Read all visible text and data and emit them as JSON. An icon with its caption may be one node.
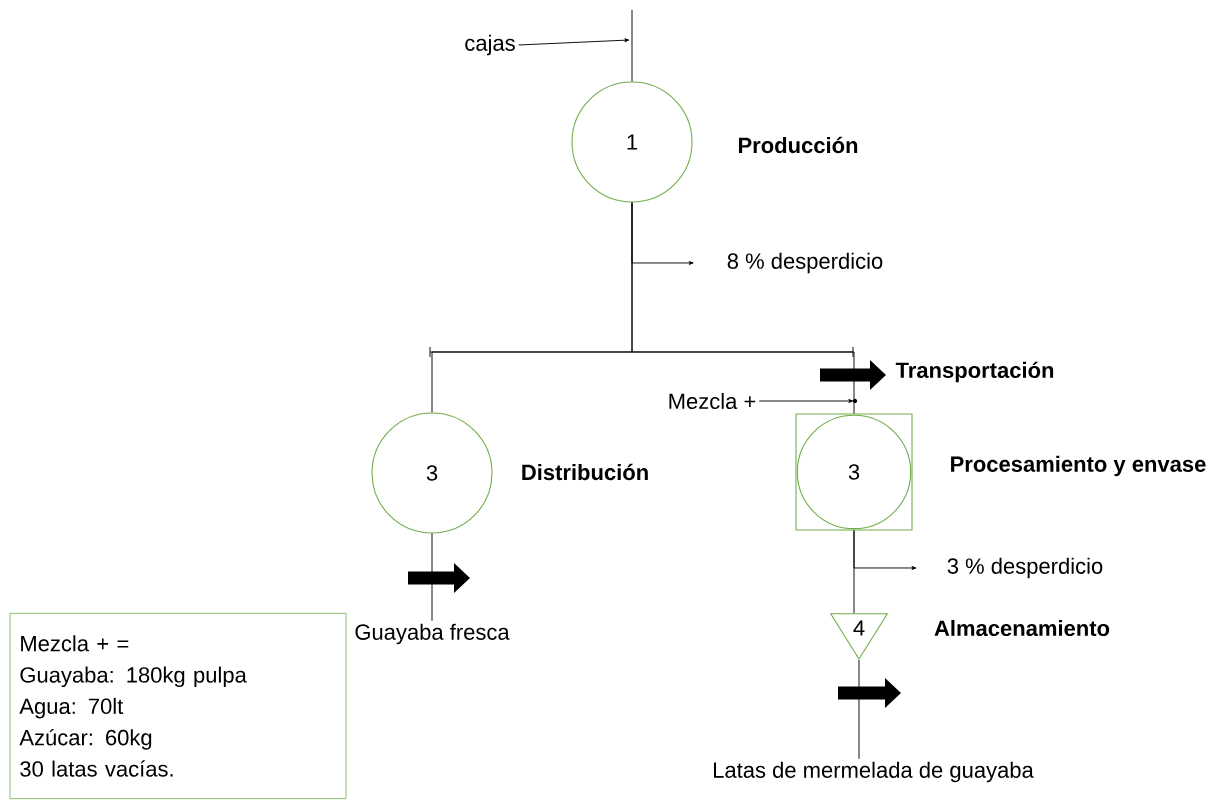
{
  "diagram": {
    "nodes": [
      {
        "text": [
          "cajas"
        ]
      },
      {
        "text": [
          "1"
        ],
        "beside": [
          "Producción"
        ]
      },
      {
        "text": [
          "8 % desperdicio"
        ]
      },
      {
        "text": [
          "3"
        ],
        "beside": [
          "Distribución"
        ]
      },
      {
        "text": [
          "Mezcla +"
        ]
      },
      {
        "text": [],
        "shape": "box"
      },
      {
        "text": [
          "3"
        ],
        "in": 5,
        "beside": [
          "Procesamiento y envase"
        ]
      },
      {
        "text": [
          "3 % desperdicio"
        ]
      },
      {
        "text": [
          "4"
        ],
        "beside": [
          "Almacenamiento"
        ]
      },
      {
        "text": [
          "Guayaba fresca"
        ]
      },
      {
        "text": [
          "Latas de mermelada de guayaba"
        ]
      },
      {
        "text": [
          "Mezcla + =",
          "Guayaba: 180kg pulpa",
          "Agua: 70lt",
          "Azúcar:  60kg",
          "30 latas vacías."
        ]
      }
    ],
    "edges": [
      {
        "from": null,
        "to": 1,
        "arrow": "none"
      },
      {
        "from": 0,
        "to": null,
        "arrow": "to"
      },
      {
        "from": 1,
        "to": 2,
        "arrow": "to"
      },
      {
        "from": 1,
        "to": 3,
        "arrow": "none"
      },
      {
        "from": 1,
        "to": 5,
        "arrow": "none"
      },
      {
        "from": 4,
        "to": 5,
        "arrow": "to"
      },
      {
        "from": 3,
        "to": 9,
        "arrow": "none"
      },
      {
        "from": 5,
        "to": 7,
        "arrow": "to"
      },
      {
        "from": 5,
        "to": 8,
        "arrow": "none"
      },
      {
        "from": 8,
        "to": 10,
        "arrow": "none"
      }
    ],
    "labels": [
      "Transportación"
    ]
  }
}
